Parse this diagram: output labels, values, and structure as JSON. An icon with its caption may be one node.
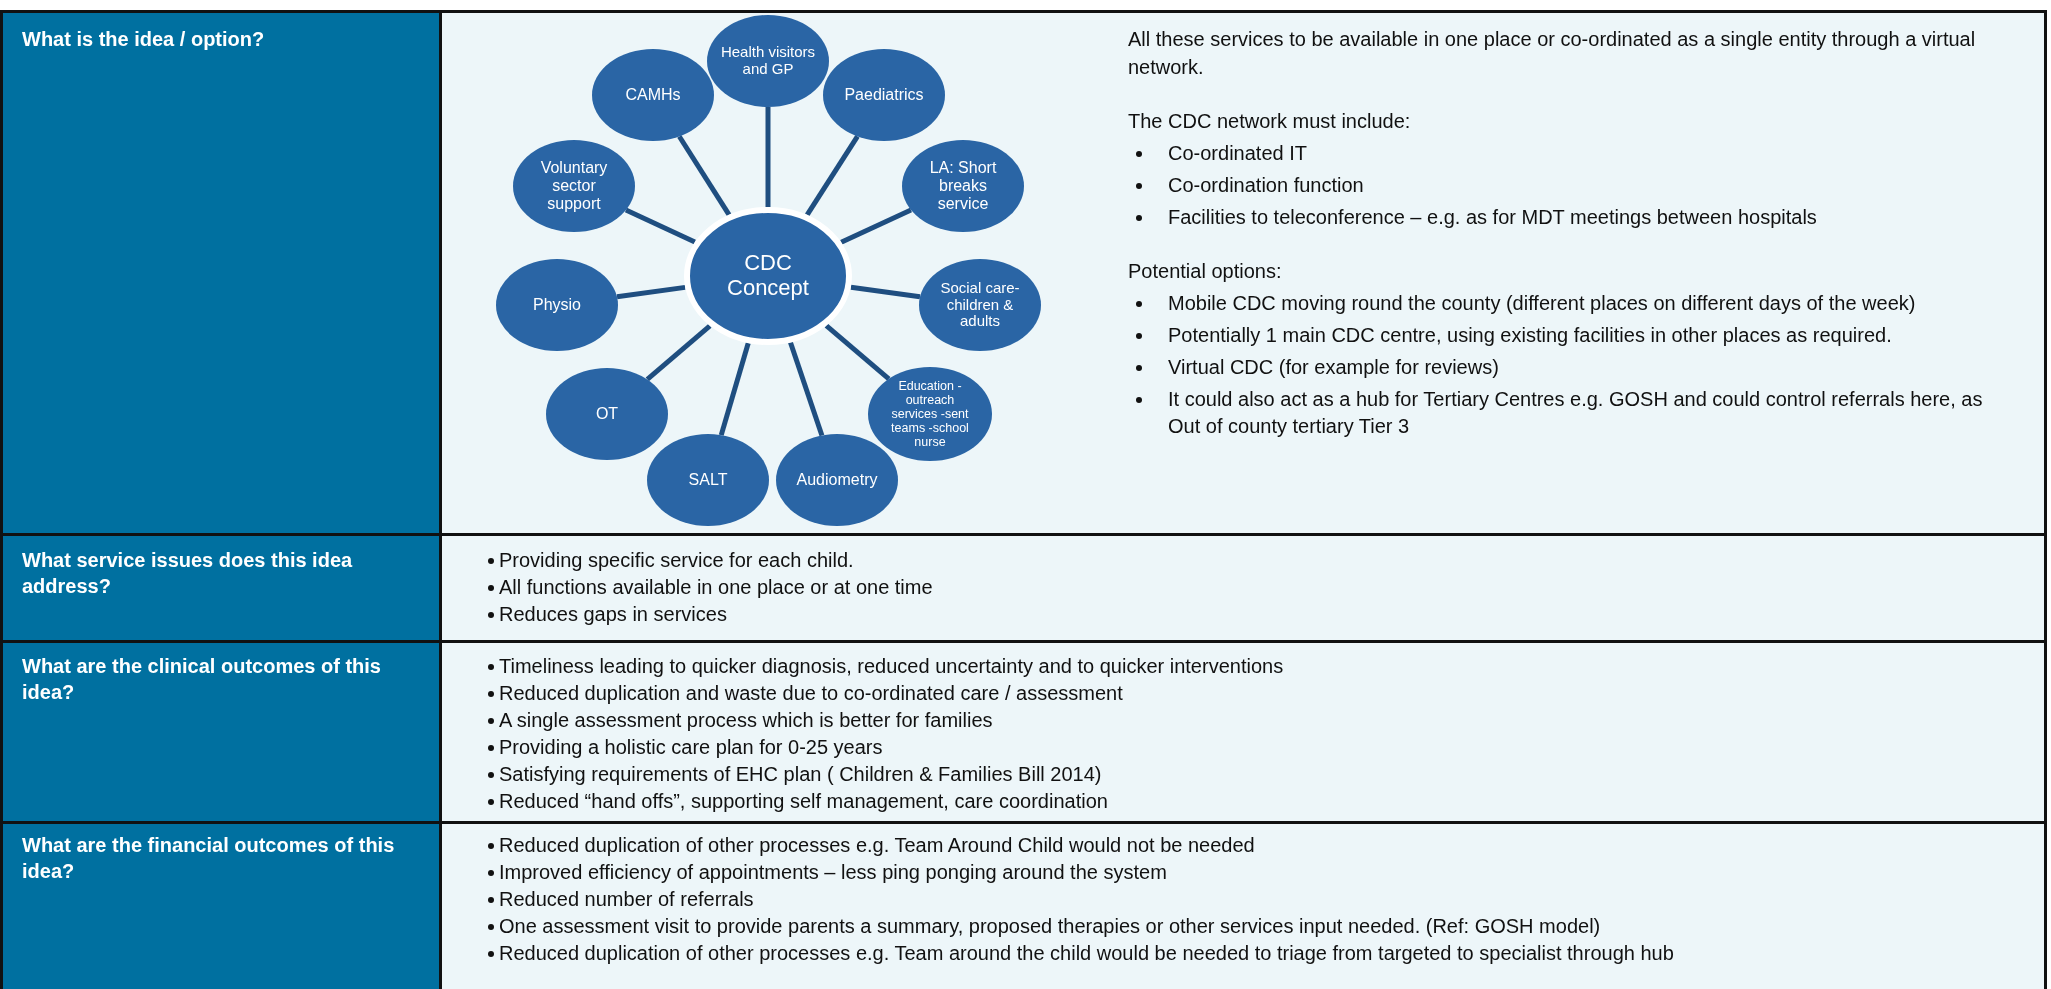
{
  "diagram": {
    "nodes": [
      {
        "text": [
          "CDC Concept"
        ]
      },
      {
        "text": [
          "Health visitors and GP"
        ]
      },
      {
        "text": [
          "Paediatrics"
        ]
      },
      {
        "text": [
          "LA: Short breaks service"
        ]
      },
      {
        "text": [
          "Social care- children & adults"
        ]
      },
      {
        "text": [
          "Education -outreach services -sent teams -school nurse"
        ]
      },
      {
        "text": [
          "Audiometry"
        ]
      },
      {
        "text": [
          "SALT"
        ]
      },
      {
        "text": [
          "OT"
        ]
      },
      {
        "text": [
          "Physio"
        ]
      },
      {
        "text": [
          "Voluntary sector support"
        ]
      },
      {
        "text": [
          "CAMHs"
        ]
      }
    ],
    "edges": [
      {
        "from": 0,
        "to": 1,
        "arrow": "none"
      },
      {
        "from": 0,
        "to": 2,
        "arrow": "none"
      },
      {
        "from": 0,
        "to": 3,
        "arrow": "none"
      },
      {
        "from": 0,
        "to": 4,
        "arrow": "none"
      },
      {
        "from": 0,
        "to": 5,
        "arrow": "none"
      },
      {
        "from": 0,
        "to": 6,
        "arrow": "none"
      },
      {
        "from": 0,
        "to": 7,
        "arrow": "none"
      },
      {
        "from": 0,
        "to": 8,
        "arrow": "none"
      },
      {
        "from": 0,
        "to": 9,
        "arrow": "none"
      },
      {
        "from": 0,
        "to": 10,
        "arrow": "none"
      },
      {
        "from": 0,
        "to": 11,
        "arrow": "none"
      }
    ],
    "labels": [
      "What is the idea / option?",
      "All these services to be available in one place or co-ordinated as a single entity through a virtual network.",
      "The CDC network must include:",
      "Co-ordinated IT",
      "Co-ordination function",
      "Facilities to teleconference – e.g. as for MDT meetings between hospitals",
      "Potential options:",
      "Mobile CDC moving round the county (different places on different days of the week)",
      "Potentially 1 main CDC centre, using existing facilities in other places as required.",
      "Virtual CDC (for example for reviews)",
      "It could also act as a hub for Tertiary Centres e.g. GOSH and could control referrals here, as Out of county tertiary Tier 3",
      "What service issues does this idea address?",
      "Providing specific service for each child.",
      "All functions available in one place or at one time",
      "Reduces gaps in services",
      "What are the clinical outcomes of this idea?",
      "Timeliness leading to quicker diagnosis, reduced uncertainty and to quicker interventions",
      "Reduced duplication and waste due to co-ordinated care / assessment",
      "A single assessment process which is better for families",
      "Providing a holistic care plan for 0-25 years",
      "Satisfying requirements of EHC plan ( Children & Families Bill 2014)",
      "Reduced “hand offs”, supporting self management, care coordination",
      "What are the financial outcomes of this idea?",
      "Reduced duplication of other processes e.g. Team Around Child would not be needed",
      "Improved efficiency of appointments – less ping ponging around the system",
      "Reduced number of referrals",
      "One assessment visit to provide parents a summary, proposed therapies or other services input needed. (Ref: GOSH model)",
      "Reduced duplication of other processes e.g. Team around the child would be needed to triage from targeted to specialist through hub"
    ]
  }
}
